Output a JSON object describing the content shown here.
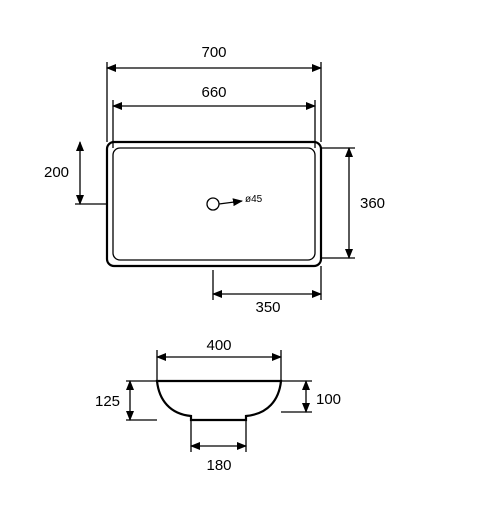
{
  "top_view": {
    "overall_width": "700",
    "inner_width": "660",
    "depth": "360",
    "drain_offset_y": "200",
    "drain_offset_x": "350",
    "drain_label": "ø45"
  },
  "side_view": {
    "top_width": "400",
    "base_width": "180",
    "total_height": "125",
    "bowl_height": "100"
  },
  "colors": {
    "line": "#000000",
    "background": "#ffffff"
  }
}
